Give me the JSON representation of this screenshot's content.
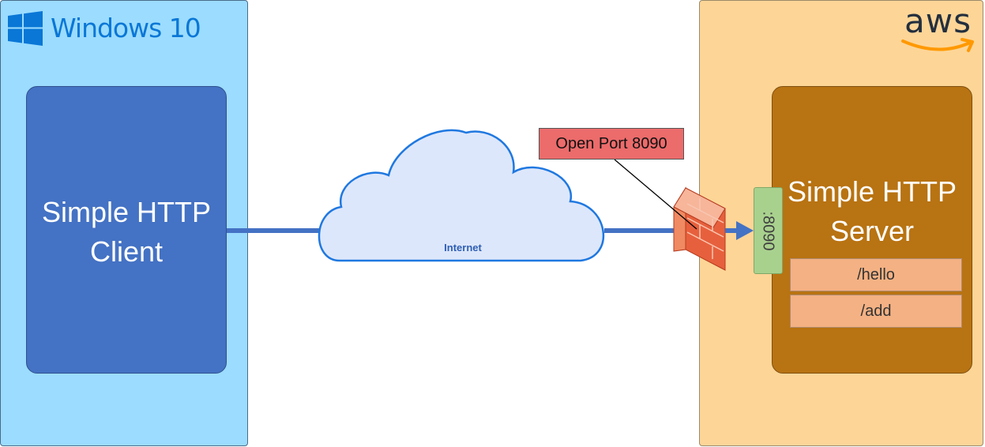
{
  "left_panel": {
    "logo_text": "Windows 10",
    "client_label": "Simple HTTP Client"
  },
  "network": {
    "cloud_label": "Internet",
    "callout": "Open Port 8090"
  },
  "right_panel": {
    "logo_text": "aws",
    "port_label": ":8090",
    "server_label": "Simple HTTP Server",
    "endpoints": [
      "/hello",
      "/add"
    ]
  },
  "colors": {
    "windows_panel": "#9bdcff",
    "aws_panel": "#fdd597",
    "client_box": "#4472c4",
    "server_box": "#b87312",
    "endpoint_box": "#f4b183",
    "port_tab": "#a9d18e",
    "callout": "#ec6b6b",
    "cloud_fill": "#dde7fb",
    "cloud_stroke": "#1f78e0",
    "connector": "#4472c4"
  },
  "icons": [
    "windows-logo-icon",
    "aws-smile-icon",
    "cloud-icon",
    "firewall-icon"
  ]
}
